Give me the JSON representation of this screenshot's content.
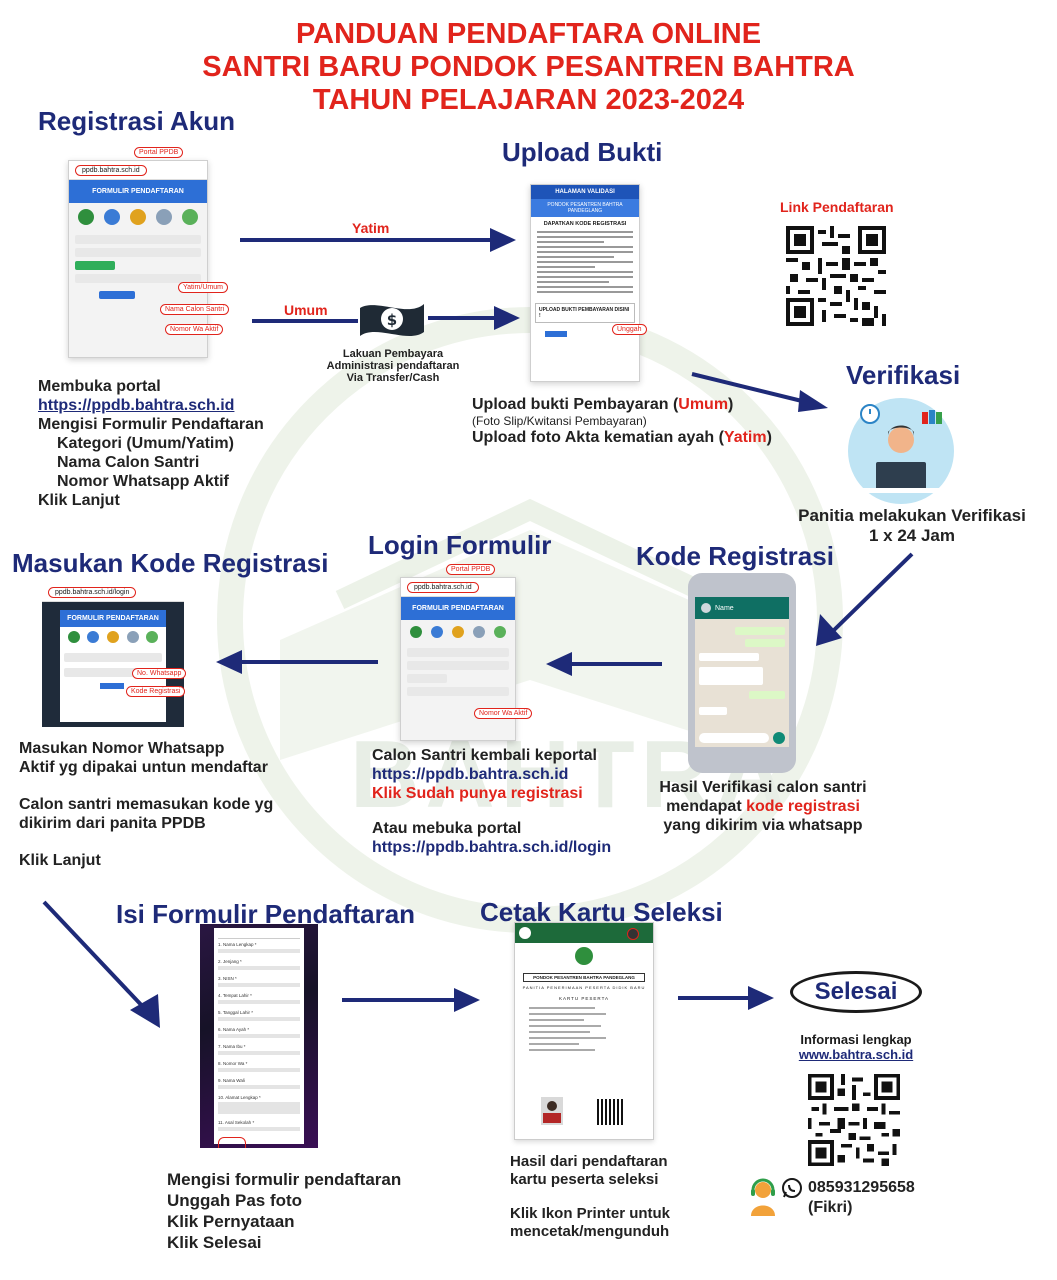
{
  "title": {
    "line1": "PANDUAN PENDAFTARA ONLINE",
    "line2": "SANTRI BARU PONDOK PESANTREN BAHTRA",
    "line3": "TAHUN PELAJARAN 2023-2024"
  },
  "watermark": "BAHTRA",
  "colors": {
    "title_red": "#e1241c",
    "heading_navy": "#1e2a78",
    "arrow": "#1e2a78"
  },
  "registrasi": {
    "heading": "Registrasi Akun",
    "screenshot": {
      "url": "ppdb.bahtra.sch.id",
      "annot_portal": "Portal PPDB",
      "header": "FORMULIR PENDAFTARAN",
      "annot_kategori": "Yatim/Umum",
      "annot_nama": "Nama Calon Santri",
      "annot_wa": "Nomor Wa Aktif"
    },
    "line1": "Membuka portal",
    "link": "https://ppdb.bahtra.sch.id",
    "line2": "Mengisi Formulir Pendaftaran",
    "item1": "Kategori (Umum/Yatim)",
    "item2": "Nama Calon Santri",
    "item3": "Nomor Whatsapp Aktif",
    "line3": "Klik Lanjut"
  },
  "flow": {
    "yatim_label": "Yatim",
    "umum_label": "Umum",
    "payment_icon": "money-icon",
    "payment_line1": "Lakuan Pembayara",
    "payment_line2": "Administrasi pendaftaran",
    "payment_line3": "Via Transfer/Cash"
  },
  "upload": {
    "heading": "Upload Bukti",
    "screenshot": {
      "head1": "HALAMAN VALIDASI",
      "head2": "PONDOK PESANTREN BAHTRA PANDEGLANG",
      "sub": "DAPATKAN KODE REGISTRASI",
      "upload_box": "UPLOAD BUKTI PEMBAYARAN DISINI !",
      "annot_unggah": "Unggah"
    },
    "line1_a": "Upload bukti Pembayaran (",
    "line1_b": "Umum",
    "line1_c": ")",
    "line2": "(Foto Slip/Kwitansi Pembayaran)",
    "line3_a": "Upload foto Akta kematian ayah (",
    "line3_b": "Yatim",
    "line3_c": ")"
  },
  "link_pendaftaran": {
    "label": "Link Pendaftaran"
  },
  "verifikasi": {
    "heading": "Verifikasi",
    "line1": "Panitia melakukan Verifikasi",
    "line2": "1 x 24 Jam"
  },
  "kode": {
    "heading": "Kode Registrasi",
    "chat_name": "Name",
    "line1": "Hasil Verifikasi calon santri",
    "line2_a": "mendapat ",
    "line2_b": "kode registrasi",
    "line3": "yang dikirim via whatsapp"
  },
  "login": {
    "heading": "Login Formulir",
    "screenshot": {
      "url": "ppdb.bahtra.sch.id",
      "annot_portal": "Portal PPDB",
      "header": "FORMULIR PENDAFTARAN",
      "annot_wa": "Nomor Wa Aktif"
    },
    "line1": "Calon Santri kembali keportal",
    "link1": "https://ppdb.bahtra.sch.id",
    "line2": "Klik Sudah punya registrasi",
    "line3": "Atau mebuka portal",
    "link2": "https://ppdb.bahtra.sch.id/login"
  },
  "masukan": {
    "heading": "Masukan Kode Registrasi",
    "screenshot": {
      "url": "ppdb.bahtra.sch.id/login",
      "header": "FORMULIR PENDAFTARAN",
      "annot_wa": "No. Whatsapp",
      "annot_kode": "Kode Registrasi"
    },
    "line1": "Masukan Nomor Whatsapp",
    "line2": "Aktif yg dipakai untun mendaftar",
    "line3": "Calon santri memasukan kode yg",
    "line4": "dikirim dari panita PPDB",
    "line5": "Klik Lanjut"
  },
  "isi": {
    "heading": "Isi Formulir Pendaftaran",
    "form_fields": [
      "1. Nama Lengkap *",
      "2. Jenjang *",
      "3. NISN *",
      "4. Tempat Lahir *",
      "5. Tanggal Lahir *",
      "6. Nama Ayah *",
      "7. Nama Ibu *",
      "8. Nomor Wa *",
      "9. Nama Wali",
      "10. Alamat Lengkap *",
      "11. Asal Sekolah *"
    ],
    "line1": "Mengisi formulir pendaftaran",
    "line2": "Unggah Pas foto",
    "line3": "Klik Pernyataan",
    "line4": "Klik Selesai"
  },
  "cetak": {
    "heading": "Cetak Kartu Seleksi",
    "card_head": "PONDOK PESANTREN BAHTRA PANDEGLANG",
    "card_sub": "PANITIA PENERIMAAN PESERTA DIDIK BARU",
    "card_title": "KARTU PESERTA",
    "line1": "Hasil dari pendaftaran",
    "line2": "kartu peserta seleksi",
    "line3": "Klik Ikon Printer untuk",
    "line4": "mencetak/mengunduh"
  },
  "selesai": {
    "label": "Selesai",
    "info": "Informasi lengkap",
    "link": "www.bahtra.sch.id",
    "phone": "085931295658",
    "contact": "(Fikri)"
  }
}
